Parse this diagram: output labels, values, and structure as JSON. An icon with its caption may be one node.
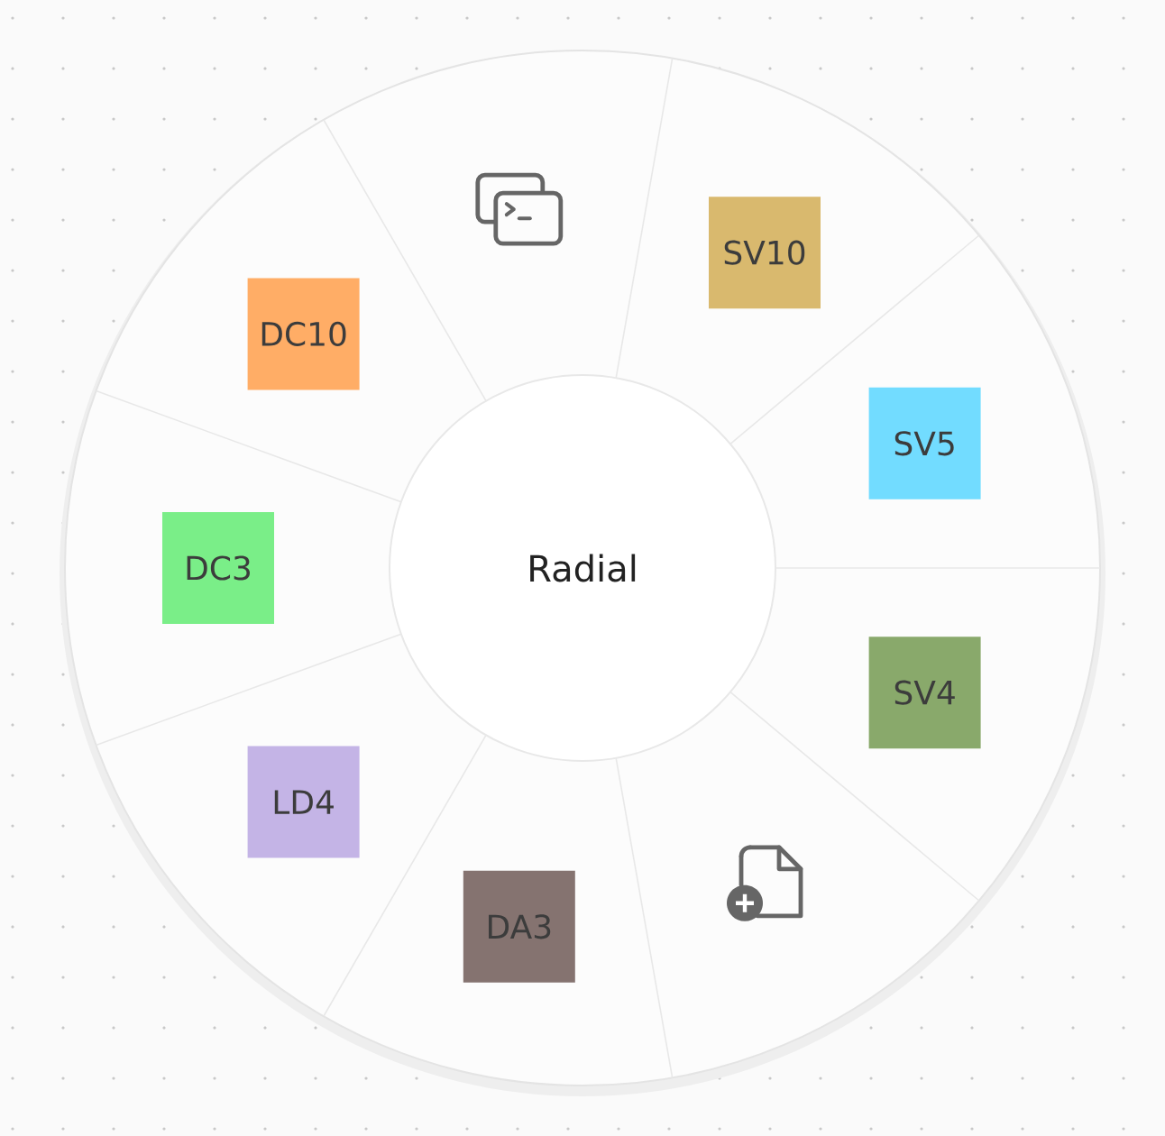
{
  "diagram": {
    "nodes": [
      {
        "text": [
          "Radial"
        ]
      },
      {
        "text": [],
        "shape": "picture"
      },
      {
        "text": [
          "SV10"
        ]
      },
      {
        "text": [
          "SV5"
        ]
      },
      {
        "text": [
          "SV4"
        ]
      },
      {
        "text": [],
        "shape": "picture"
      },
      {
        "text": [
          "DA3"
        ]
      },
      {
        "text": [
          "LD4"
        ]
      },
      {
        "text": [
          "DC3"
        ]
      },
      {
        "text": [
          "DC10"
        ]
      }
    ]
  }
}
